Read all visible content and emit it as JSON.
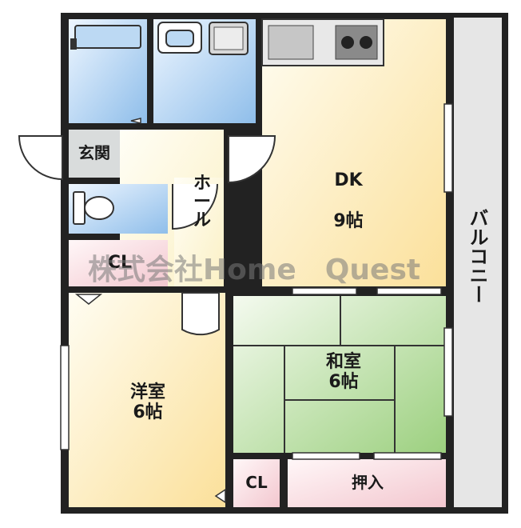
{
  "floorplan": {
    "rooms": {
      "dk": {
        "name": "DK",
        "size": "9帖"
      },
      "washitsu": {
        "name": "和室",
        "size": "6帖"
      },
      "youshitsu": {
        "name": "洋室",
        "size": "6帖"
      },
      "genkan": {
        "name": "玄関"
      },
      "hall": {
        "name": "ホ\nー\nル"
      },
      "cl_west": {
        "name": "CL"
      },
      "cl_south": {
        "name": "CL"
      },
      "oshiire": {
        "name": "押入"
      },
      "balcony": {
        "name": "バルコニー"
      }
    },
    "watermark": "株式会社Home　Quest"
  },
  "colors": {
    "wall": "#222222",
    "blue_room": "#a9cdef",
    "yellow_room": "#fbe6a6",
    "green_room": "#a9d58f",
    "pink_room": "#f6d3d9",
    "balcony": "#e6e6e6"
  }
}
